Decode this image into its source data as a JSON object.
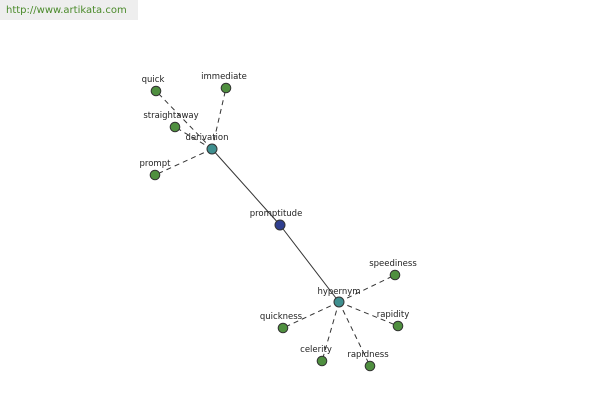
{
  "source_url": "http://www.artikata.com",
  "colors": {
    "url_text": "#4a8a2a",
    "url_background": "#eeeeee",
    "leaf_node": "#4f8f3f",
    "relation_node": "#3f8f8f",
    "center_node": "#2f3f8f",
    "edge": "#333333"
  },
  "graph": {
    "center": {
      "id": "promptitude",
      "label": "promptitude",
      "kind": "center"
    },
    "hubs": [
      {
        "id": "derivation",
        "label": "derivation",
        "kind": "relation",
        "words": [
          "quick",
          "immediate",
          "straightaway",
          "prompt"
        ]
      },
      {
        "id": "hypernym",
        "label": "hypernym",
        "kind": "relation",
        "words": [
          "speediness",
          "quickness",
          "rapidity",
          "celerity",
          "rapidness"
        ]
      }
    ]
  }
}
